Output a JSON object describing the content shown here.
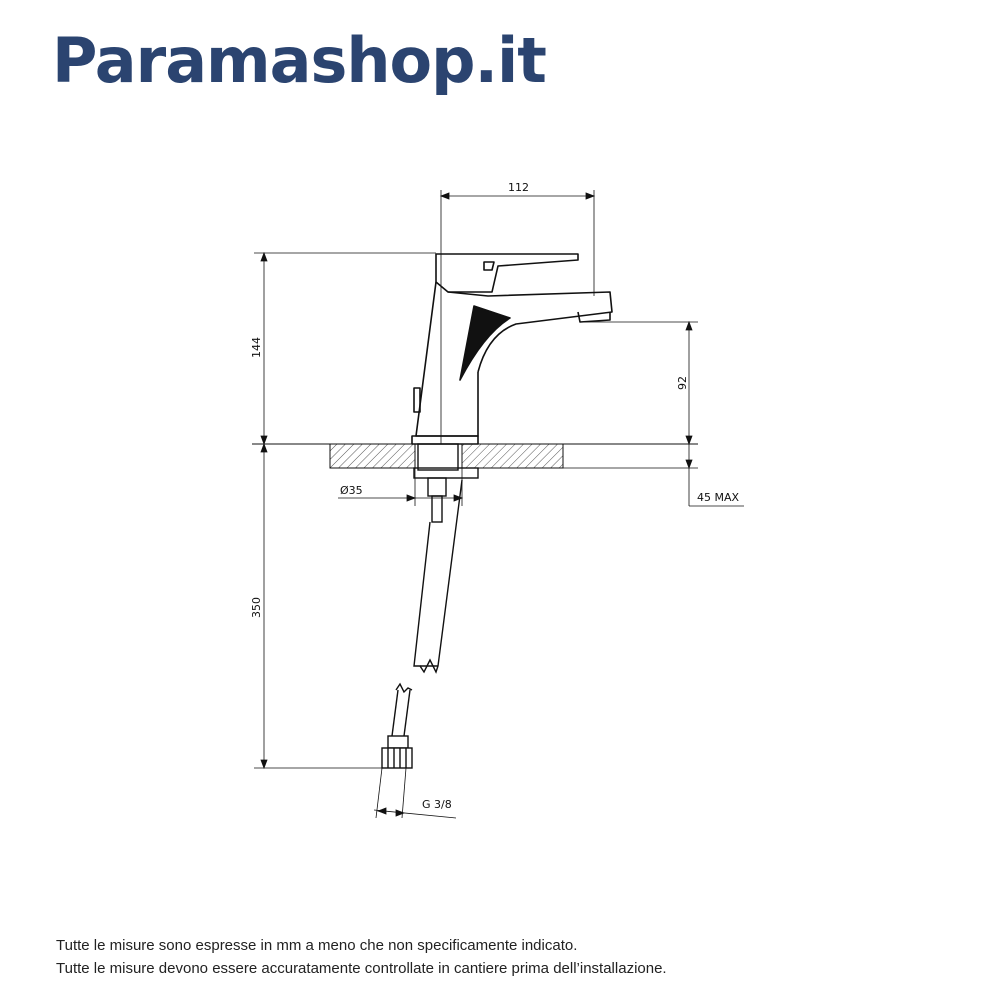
{
  "brand": {
    "name": "Paramashop.it",
    "color": "#2b4470"
  },
  "dimensions": {
    "width_top": "112",
    "total_height": "144",
    "spout_height": "92",
    "hole_diameter": "Ø35",
    "deck_thickness": "45 MAX",
    "hose_length": "350",
    "connection": "G 3/8"
  },
  "notes": [
    "Tutte le misure sono espresse in mm a meno che non specificamente indicato.",
    "Tutte le misure devono essere accuratamente controllate in cantiere prima dell’installazione."
  ]
}
